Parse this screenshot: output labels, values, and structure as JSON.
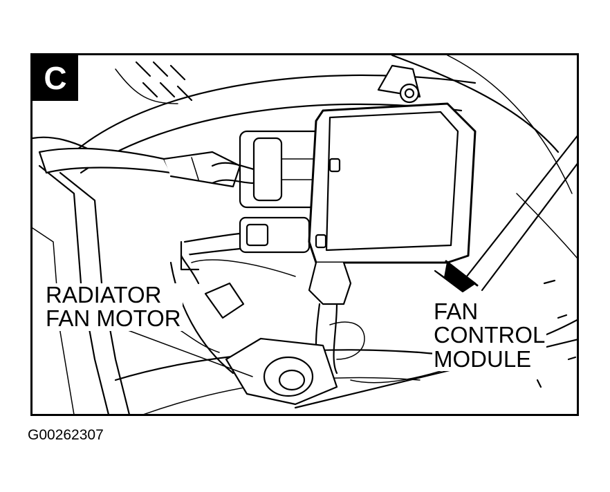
{
  "figure": {
    "badge_letter": "C",
    "labels": {
      "radiator_fan_motor": "RADIATOR\nFAN MOTOR",
      "fan_control_module": "FAN\nCONTROL\nMODULE"
    },
    "figure_id": "G00262307"
  }
}
